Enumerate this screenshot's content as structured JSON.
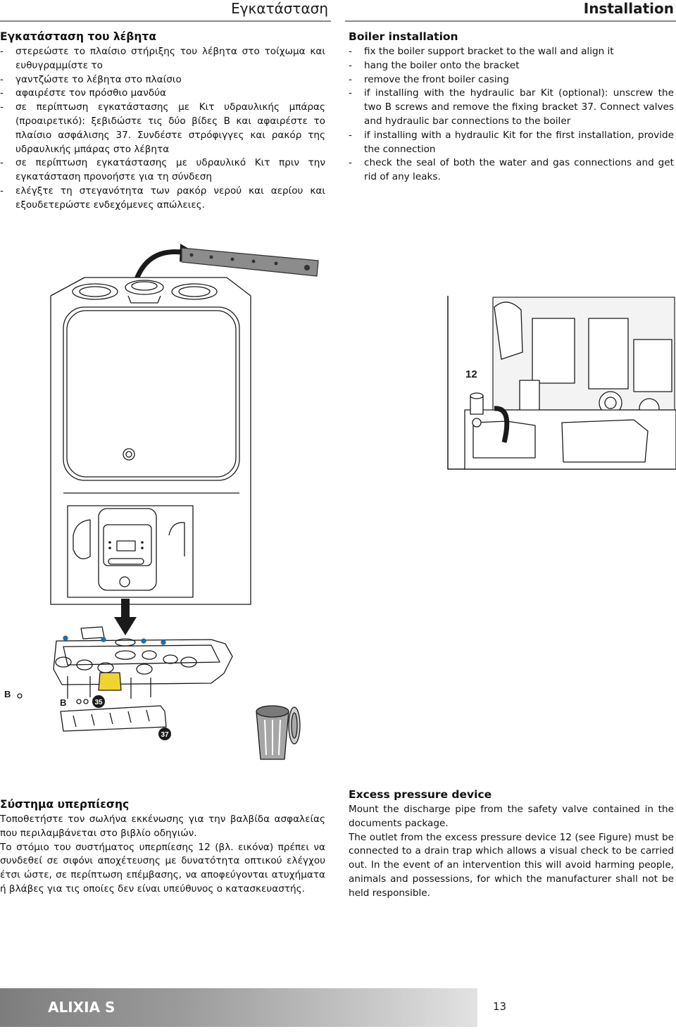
{
  "header": {
    "left_title": "Εγκατάσταση",
    "right_title": "Installation"
  },
  "greek_install": {
    "title": "Εγκατάσταση του λέβητα",
    "items": [
      "στερεώστε το πλαίσιο στήριξης του λέβητα στο τοίχωμα και ευθυγραμμίστε το",
      "γαντζώστε το λέβητα στο πλαίσιο",
      "αφαιρέστε τον πρόσθιο μανδύα",
      "σε περίπτωση εγκατάστασης με Κιτ υδραυλικής μπάρας (προαιρετικό): ξεβιδώστε τις δύο βίδες B και αφαιρέστε το πλαίσιο ασφάλισης 37. Συνδέστε στρόφιγγες και ρακόρ της υδραυλικής μπάρας στο λέβητα",
      "σε περίπτωση εγκατάστασης με υδραυλικό Κιτ πριν την εγκατάσταση προνοήστε για τη σύνδεση",
      "ελέγξτε τη στεγανότητα των ρακόρ νερού και αερίου και εξουδετερώστε ενδεχόμενες απώλειες."
    ]
  },
  "english_install": {
    "title": "Boiler installation",
    "items": [
      "fix the boiler support bracket to the wall and align it",
      "hang the boiler onto the bracket",
      "remove the front boiler casing",
      "if installing with the hydraulic bar Kit (optional): unscrew the two B screws and remove the fixing bracket 37. Connect valves and hydraulic bar connections to the boiler",
      "if installing with a hydraulic Kit for the first installation, provide the connection",
      "check the seal of both the water and gas connections and get rid of any leaks."
    ]
  },
  "figure": {
    "label_12": "12",
    "label_b1": "B",
    "label_b2": "B",
    "label_35": "35",
    "label_37": "37"
  },
  "greek_pressure": {
    "title": "Σύστημα υπερπίεσης",
    "paragraphs": [
      "Τοποθετήστε τον σωλήνα εκκένωσης για την βαλβίδα ασφαλείας που περιλαμβάνεται στο βιβλίο οδηγιών.",
      "Το στόμιο του συστήματος υπερπίεσης 12 (βλ. εικόνα) πρέπει να συνδεθεί σε σιφόνι αποχέτευσης με δυνατότητα οπτικού ελέγχου έτσι ώστε, σε περίπτωση επέμβασης, να αποφεύγονται ατυχήματα ή βλάβες για τις οποίες δεν είναι υπεύθυνος ο κατασκευαστής."
    ]
  },
  "english_pressure": {
    "title": "Excess pressure device",
    "paragraphs": [
      "Mount the discharge pipe from the safety valve contained in the documents package.",
      "The outlet from the excess pressure device 12 (see Figure) must be connected to a drain trap which allows a visual check to be carried out. In the event of an intervention this will avoid harming people, animals and possessions, for which the manufacturer shall not be held responsible."
    ]
  },
  "footer": {
    "brand": "ALIXIA S",
    "page_number": "13"
  }
}
